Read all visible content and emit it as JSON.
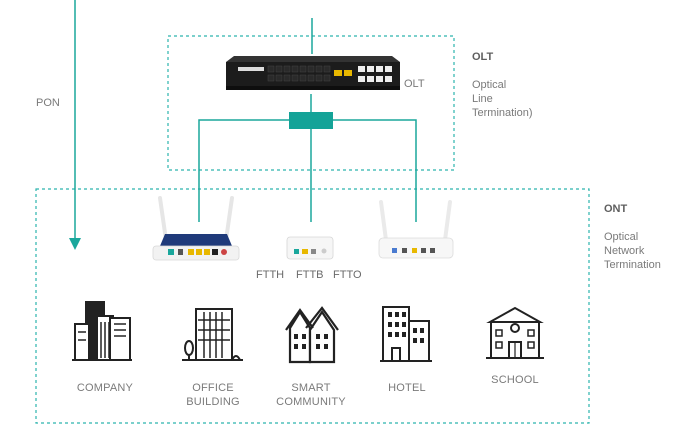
{
  "labels": {
    "pon": "PON",
    "olt_device": "OLT",
    "olt_title": "OLT",
    "olt_desc": "Optical\nLine\nTermination)",
    "ont_title": "ONT",
    "ont_desc": "Optical\nNetwork\nTermination",
    "ftth": "FTTH",
    "fttb": "FTTB",
    "ftto": "FTTO"
  },
  "buildings": [
    {
      "label": "COMPANY",
      "icon": "company-building-icon"
    },
    {
      "label": "OFFICE\nBUILDING",
      "icon": "office-building-icon"
    },
    {
      "label": "SMART\nCOMMUNITY",
      "icon": "smart-community-icon"
    },
    {
      "label": "HOTEL",
      "icon": "hotel-icon"
    },
    {
      "label": "SCHOOL",
      "icon": "school-icon"
    }
  ],
  "colors": {
    "teal": "#1aa79c",
    "dashed_border": "#2cb3ad",
    "icon_stroke": "#222222",
    "text": "#7a7a7a"
  }
}
